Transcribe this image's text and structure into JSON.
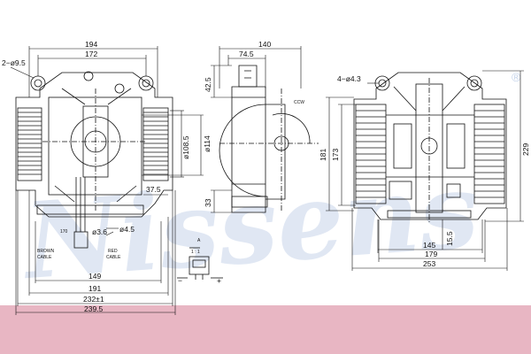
{
  "watermark": {
    "brand": "Nissens",
    "registered": "®",
    "color": "#c6d4ea"
  },
  "colors": {
    "line": "#111111",
    "band": "#e8b6c3",
    "paper": "#ffffff"
  },
  "left_view": {
    "dims": {
      "d194": "194",
      "d172": "172",
      "holes": "2−ø9.5",
      "d108": "ø108.5",
      "d114": "ø114",
      "d37": "37.5",
      "d36": "ø3.6",
      "d45": "ø4.5",
      "d149": "149",
      "d191": "191",
      "d232": "232±1",
      "d239": "239.5",
      "d170": "170"
    },
    "labels": {
      "brown1": "BROWN",
      "brown2": "CABLE",
      "red1": "RED",
      "red2": "CABLE"
    }
  },
  "side_view": {
    "dims": {
      "d140": "140",
      "d74": "74.5",
      "d42": "42.5",
      "d33": "33",
      "ccw": "CCW"
    }
  },
  "right_view": {
    "dims": {
      "holes": "4−ø4.3",
      "d145": "145",
      "d15": "15.5",
      "d179": "179",
      "d253": "253",
      "d181": "181",
      "d173": "173",
      "d229": "229"
    }
  },
  "connector": {
    "scale": "1 : 1",
    "minus": "−",
    "plus": "+",
    "scale_label": "A"
  }
}
